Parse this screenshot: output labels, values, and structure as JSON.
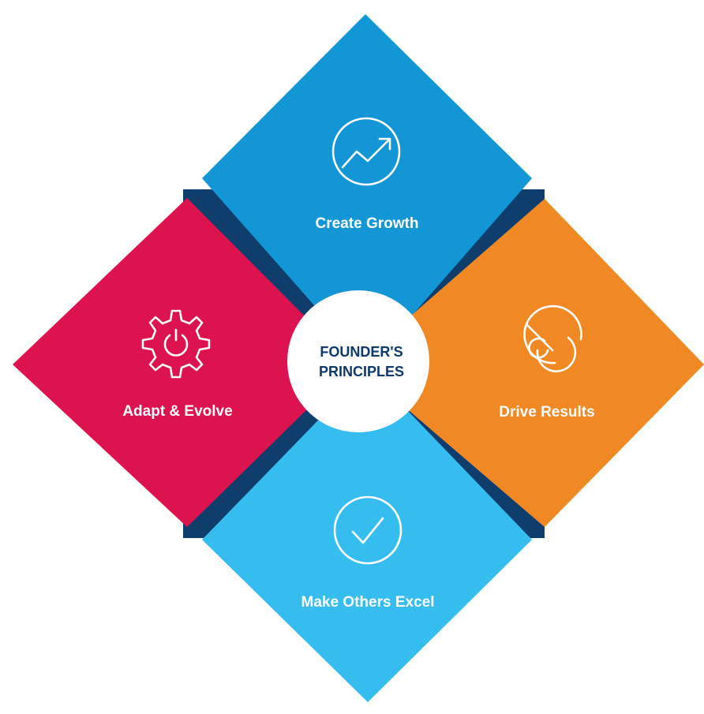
{
  "center": {
    "line1": "FOUNDER'S",
    "line2": "PRINCIPLES",
    "text_color": "#0d3a6b"
  },
  "principles": {
    "top": {
      "label": "Create Growth",
      "icon": "growth-chart-icon",
      "color": "#1296d6"
    },
    "left": {
      "label": "Adapt & Evolve",
      "icon": "gear-icon",
      "color": "#dd1350"
    },
    "right": {
      "label": "Drive Results",
      "icon": "target-maze-icon",
      "color": "#f08823"
    },
    "bottom": {
      "label": "Make Others Excel",
      "icon": "checkmark-icon",
      "color": "#36bdf0"
    }
  },
  "connector_color": "#0f3e6c"
}
